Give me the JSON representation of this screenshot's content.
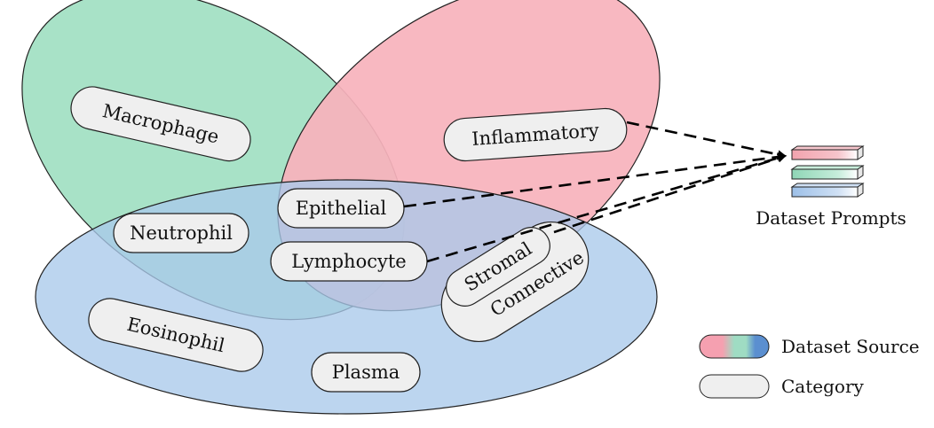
{
  "diagram": {
    "colors": {
      "green_set": "#a8e2c7",
      "red_set": "#f7b3bc",
      "blue_set": "#a9c9ea",
      "pill_fill": "#efefef",
      "outline": "#222222",
      "bar_red": "#f2a3ae",
      "bar_green": "#9fdcbf",
      "bar_blue": "#a8c8ea"
    },
    "categories": {
      "macrophage": "Macrophage",
      "inflammatory": "Inflammatory",
      "epithelial": "Epithelial",
      "neutrophil": "Neutrophil",
      "lymphocyte": "Lymphocyte",
      "stromal": "Stromal",
      "connective": "Connective",
      "eosinophil": "Eosinophil",
      "plasma": "Plasma"
    },
    "prompts_label": "Dataset Prompts",
    "legend": {
      "source_label": "Dataset Source",
      "category_label": "Category"
    }
  }
}
